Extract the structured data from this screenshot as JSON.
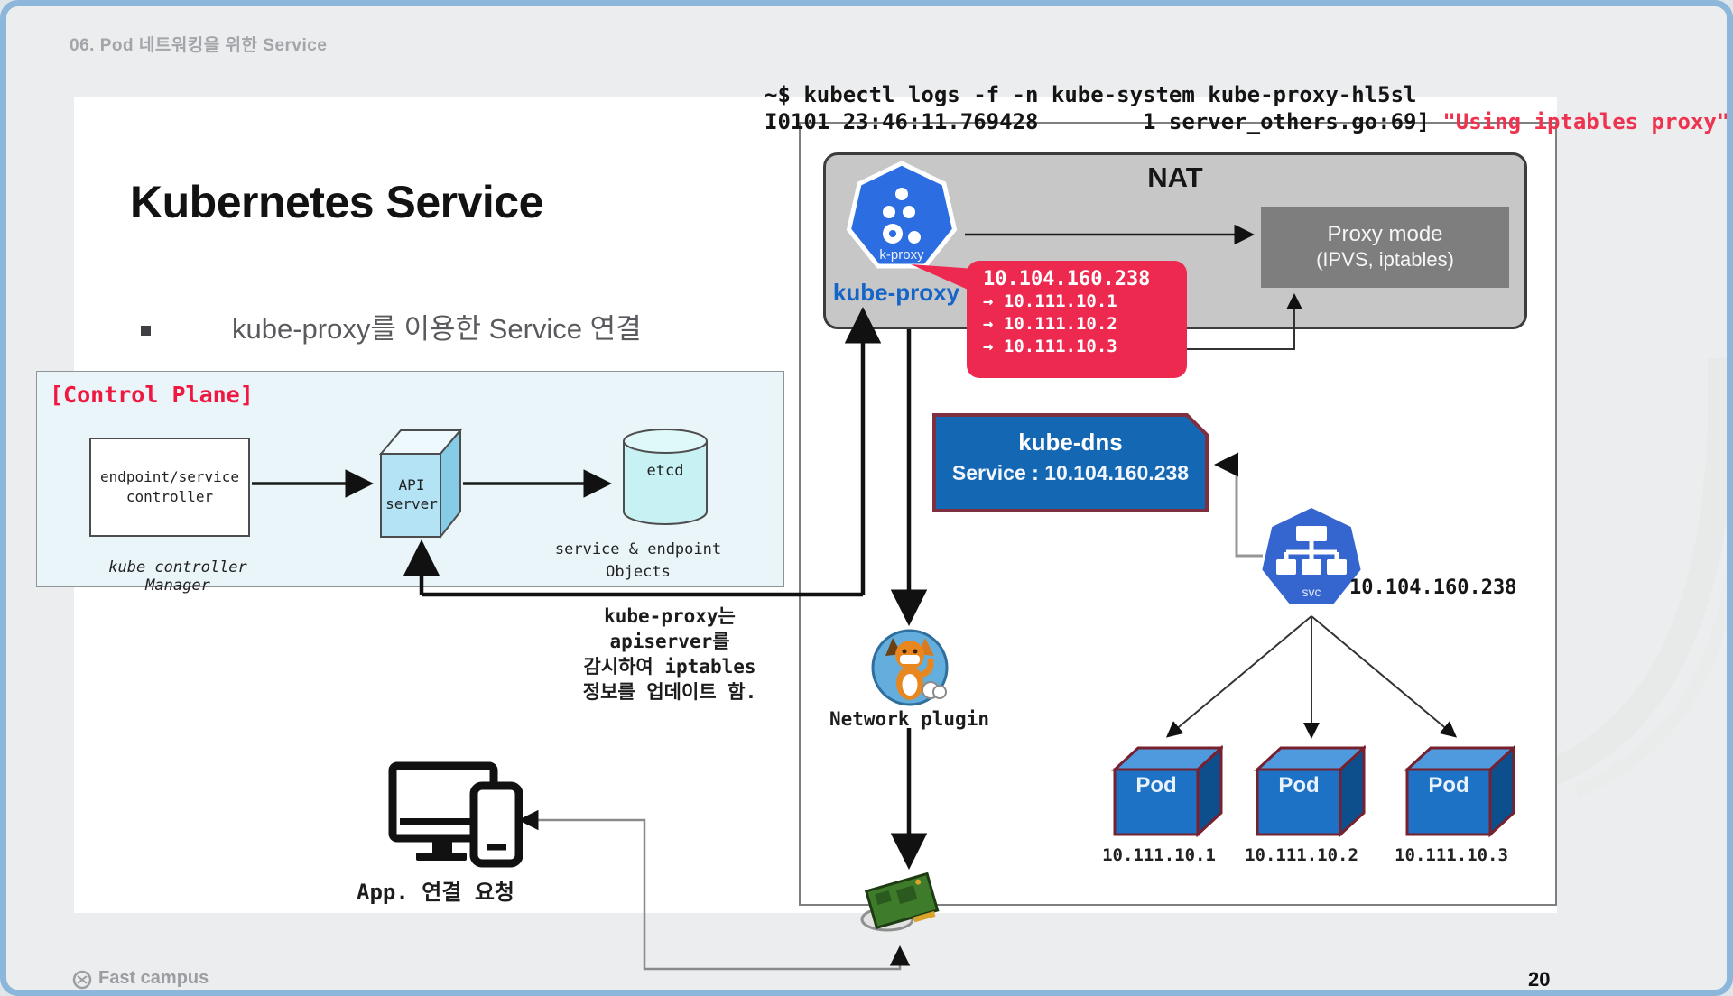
{
  "slide": {
    "header": "06. Pod 네트워킹을 위한 Service",
    "title": "Kubernetes Service",
    "bullet": "kube-proxy를 이용한 Service 연결",
    "footer_brand": "Fast campus",
    "page_number": "20"
  },
  "terminal": {
    "line1": "~$ kubectl logs -f -n kube-system kube-proxy-hl5sl",
    "line2_plain": "I0101 23:46:11.769428        1 server_others.go:69] ",
    "line2_highlight": "\"Using iptables proxy\""
  },
  "control_plane": {
    "title": "[Control Plane]",
    "controller_line1": "endpoint/service",
    "controller_line2": "controller",
    "controller_caption": "kube controller Manager",
    "api_server_line1": "API",
    "api_server_line2": "server",
    "etcd_label": "etcd",
    "etcd_caption_line1": "service & endpoint",
    "etcd_caption_line2": "Objects"
  },
  "nat": {
    "title": "NAT",
    "kube_proxy_icon_text": "k-proxy",
    "kube_proxy_label": "kube-proxy",
    "proxy_mode_line1": "Proxy mode",
    "proxy_mode_line2": "(IPVS, iptables)",
    "table": {
      "service_ip": "10.104.160.238",
      "endpoints": [
        "→ 10.111.10.1",
        "→ 10.111.10.2",
        "→ 10.111.10.3"
      ]
    }
  },
  "kube_dns": {
    "name": "kube-dns",
    "service": "Service : 10.104.160.238"
  },
  "svc": {
    "icon_label": "svc",
    "ip": "10.104.160.238"
  },
  "pods": [
    {
      "label": "Pod",
      "ip": "10.111.10.1"
    },
    {
      "label": "Pod",
      "ip": "10.111.10.2"
    },
    {
      "label": "Pod",
      "ip": "10.111.10.3"
    }
  ],
  "annotation": {
    "line1": "kube-proxy는",
    "line2": "apiserver를",
    "line3": "감시하여 iptables",
    "line4": "정보를 업데이트 함."
  },
  "network_plugin_label": "Network plugin",
  "app_label": "App. 연결 요청",
  "colors": {
    "frame_blue": "#8cb6da",
    "nat_fill": "#c7c7c7",
    "proxy_mode_fill": "#7e7e7e",
    "nat_table_red": "#ee2950",
    "kube_dns_blue": "#1467b2",
    "kube_dns_border": "#7e3040",
    "kube_proxy_blue": "#2d6de2",
    "svc_blue": "#3566cf",
    "pod_front_blue": "#1d72c6",
    "pod_edge_red": "#77202e",
    "control_plane_bg": "#e9f5f9",
    "control_plane_red": "#ef1840",
    "terminal_red": "#ee3350"
  }
}
